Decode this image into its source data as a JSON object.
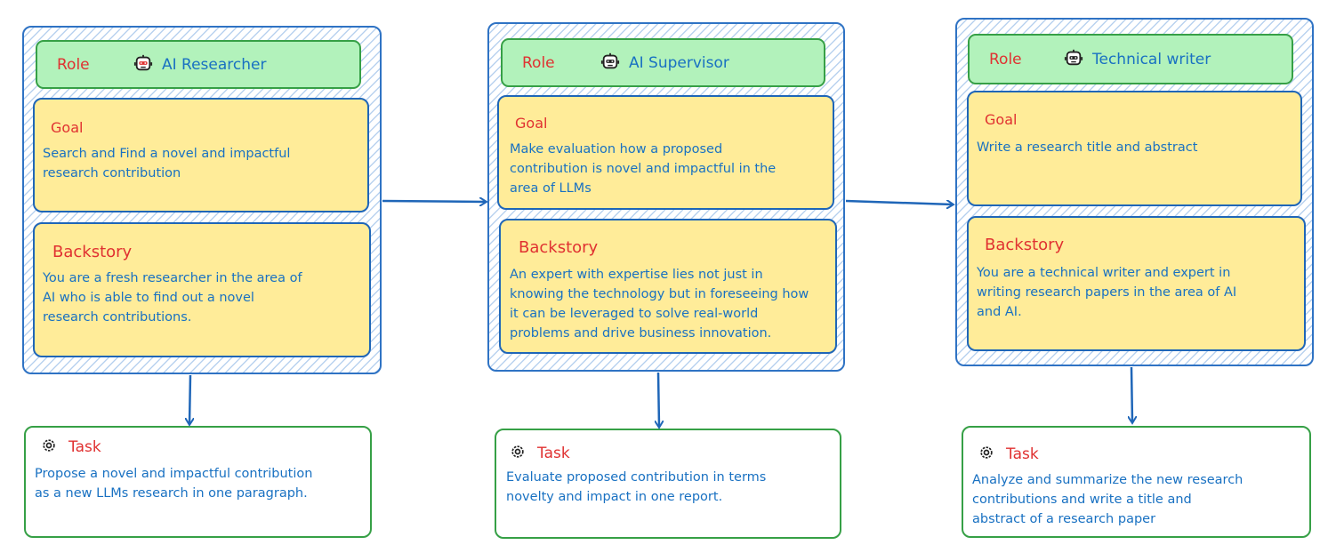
{
  "agents": [
    {
      "role_key": "Role",
      "role_name": "AI Researcher",
      "role_icon": "robot-icon",
      "goal_title": "Goal",
      "goal_text": "Search and Find a novel and impactful\nresearch contribution",
      "backstory_title": "Backstory",
      "backstory_text": "You are a fresh researcher in the area of\nAI who is able to find out a novel\nresearch contributions.",
      "task_title": "Task",
      "task_icon": "gear-icon",
      "task_text": "Propose a novel and impactful contribution\nas a new LLMs research in one paragraph."
    },
    {
      "role_key": "Role",
      "role_name": "AI Supervisor",
      "role_icon": "robot-icon",
      "goal_title": "Goal",
      "goal_text": "Make evaluation how a proposed\ncontribution is novel and impactful in the\narea of LLMs",
      "backstory_title": "Backstory",
      "backstory_text": "An expert with expertise lies not just in\nknowing the technology but in foreseeing how\nit can be leveraged to solve real-world\nproblems and drive business innovation.",
      "task_title": "Task",
      "task_icon": "gear-icon",
      "task_text": "Evaluate proposed contribution in terms\nnovelty and impact in one report."
    },
    {
      "role_key": "Role",
      "role_name": "Technical writer",
      "role_icon": "robot-icon",
      "goal_title": "Goal",
      "goal_text": "Write a research title and abstract",
      "backstory_title": "Backstory",
      "backstory_text": "You are a technical writer and expert in\nwriting research papers in the area of AI\nand AI.",
      "task_title": "Task",
      "task_icon": "gear-icon",
      "task_text": "Analyze and summarize the new research\ncontributions and write a title and\nabstract of a research paper"
    }
  ],
  "colors": {
    "agent_border": "#2f73c4",
    "role_fill": "#b2f2bb",
    "card_fill": "#ffec99",
    "label_red": "#e03131",
    "text_blue": "#1971c2",
    "task_border": "#36a046"
  }
}
